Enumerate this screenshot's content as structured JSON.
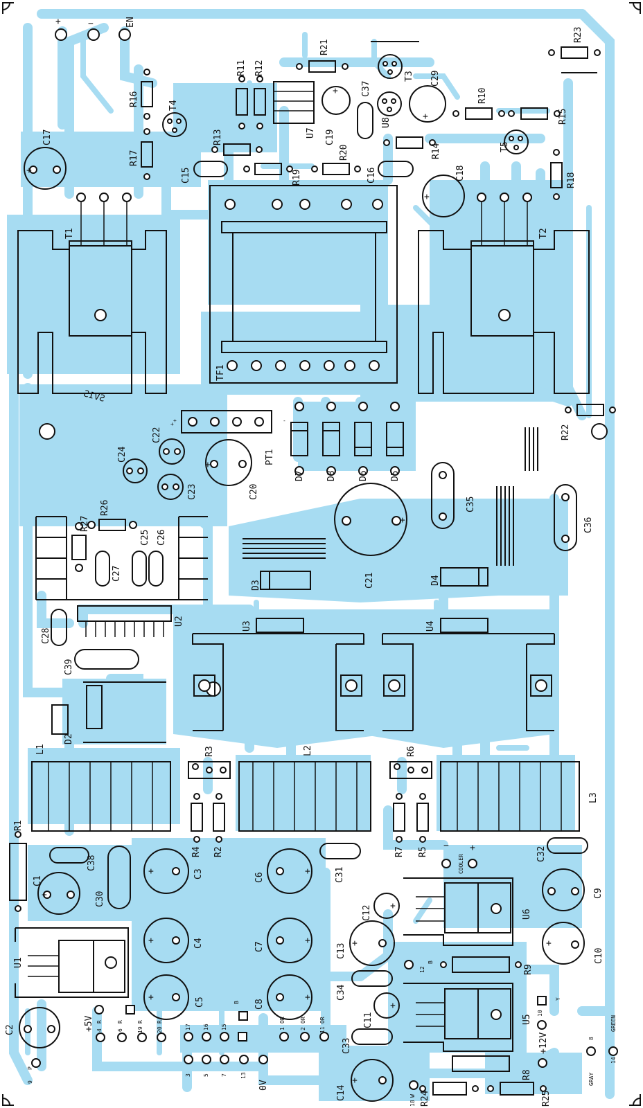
{
  "board": {
    "background": "#ffffff",
    "copper_color": "#a7dcf2",
    "ink_color": "#111111",
    "mirror_mark": "SV1S"
  },
  "top_terminals": {
    "plus": "+",
    "minus": "−",
    "en": "EN"
  },
  "components": {
    "T1": "T1",
    "T2": "T2",
    "T3": "T3",
    "T4": "T4",
    "T5": "T5",
    "TF1": "TF1",
    "PT1": "PT1",
    "U1": "U1",
    "U2": "U2",
    "U3": "U3",
    "U4": "U4",
    "U5": "U5",
    "U6": "U6",
    "U7": "U7",
    "U8": "U8",
    "L1": "L1",
    "L2": "L2",
    "L3": "L3",
    "D2": "D2",
    "D3": "D3",
    "D4": "D4",
    "D5": "D5",
    "D6": "D6",
    "D7": "D7",
    "D8": "D8",
    "R1": "R1",
    "R2": "R2",
    "R3": "R3",
    "R4": "R4",
    "R5": "R5",
    "R6": "R6",
    "R7": "R7",
    "R8": "R8",
    "R9": "R9",
    "R10": "R10",
    "R11": "R11",
    "R12": "R12",
    "R13": "R13",
    "R14": "R14",
    "R15": "R15",
    "R16": "R16",
    "R17": "R17",
    "R18": "R18",
    "R19": "R19",
    "R20": "R20",
    "R21": "R21",
    "R22": "R22",
    "R23": "R23",
    "R24": "R24",
    "R25": "R25",
    "R26": "R26",
    "R27": "R27",
    "C1": "C1",
    "C2": "C2",
    "C3": "C3",
    "C4": "C4",
    "C5": "C5",
    "C6": "C6",
    "C7": "C7",
    "C8": "C8",
    "C9": "C9",
    "C10": "C10",
    "C11": "C11",
    "C12": "C12",
    "C13": "C13",
    "C14": "C14",
    "C15": "C15",
    "C16": "C16",
    "C17": "C17",
    "C18": "C18",
    "C19": "C19",
    "C20": "C20",
    "C21": "C21",
    "C22": "C22",
    "C23": "C23",
    "C24": "C24",
    "C25": "C25",
    "C26": "C26",
    "C27": "C27",
    "C28": "C28",
    "C29": "C29",
    "C30": "C30",
    "C31": "C31",
    "C32": "C32",
    "C33": "C33",
    "C34": "C34",
    "C35": "C35",
    "C36": "C36",
    "C37": "C37",
    "C38": "C38",
    "C39": "C39"
  },
  "connectors": {
    "plus5v": "+5V",
    "plus12v": "+12V",
    "zero_v": "0V",
    "cooler": "COOLER",
    "gray": "GRAY",
    "green": "GREEN",
    "pins": {
      "p9": "9",
      "p9l": "P",
      "p4": "4",
      "p4l": "R",
      "p6": "6",
      "p6l": "R",
      "p19": "19",
      "p19l": "R",
      "p20": "20",
      "p20l": "R",
      "p17": "17",
      "p16": "16",
      "p15": "15",
      "pB": "B",
      "p3": "3",
      "p5": "5",
      "p7": "7",
      "p13": "13",
      "p1": "1",
      "p1l": "OR",
      "p2": "2",
      "p2l": "OR",
      "p11": "11",
      "p11l": "OR",
      "p18": "18",
      "p18l": "W",
      "p12": "12",
      "p12l": "B",
      "p10": "10",
      "p10l": "Y",
      "p8": "8",
      "p14": "14",
      "cooler_minus": "−",
      "cooler_plus": "+"
    }
  }
}
